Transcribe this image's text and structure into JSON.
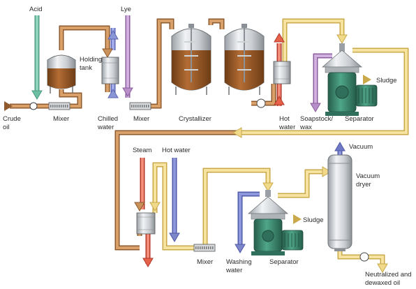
{
  "labels": {
    "acid": "Acid",
    "lye": "Lye",
    "holding_tank": [
      "Holding",
      "tank"
    ],
    "crude_oil": [
      "Crude",
      "oil"
    ],
    "mixer_1": "Mixer",
    "chilled_water": [
      "Chilled",
      "water"
    ],
    "mixer_2": "Mixer",
    "crystallizer": "Crystallizer",
    "hot_water_1": [
      "Hot",
      "water"
    ],
    "sludge_1": "Sludge",
    "soapstock_wax": [
      "Soapstock/",
      "wax"
    ],
    "separator_1": "Separator",
    "steam": "Steam",
    "hot_water_2": "Hot water",
    "vacuum": "Vacuum",
    "vacuum_dryer": [
      "Vacuum",
      "dryer"
    ],
    "sludge_2": "Sludge",
    "mixer_3": "Mixer",
    "washing_water": [
      "Washing",
      "water"
    ],
    "separator_2": "Separator",
    "neutralized_oil": [
      "Neutralized and",
      "dewaxed oil"
    ]
  },
  "colors": {
    "oil_brown": "#c8925a",
    "oil_brown_dark": "#8e5a2c",
    "product_yellow": "#f1d98a",
    "product_yellow_dark": "#c9a94a",
    "acid_teal": "#6dbfa4",
    "lye_purple": "#b88fc9",
    "chilled_blue": "#8a96d6",
    "hot_red": "#e8614a",
    "wash_blue": "#7c86c8",
    "machine_green": "#3d8b73",
    "vacuum_blue": "#6f78c4"
  }
}
